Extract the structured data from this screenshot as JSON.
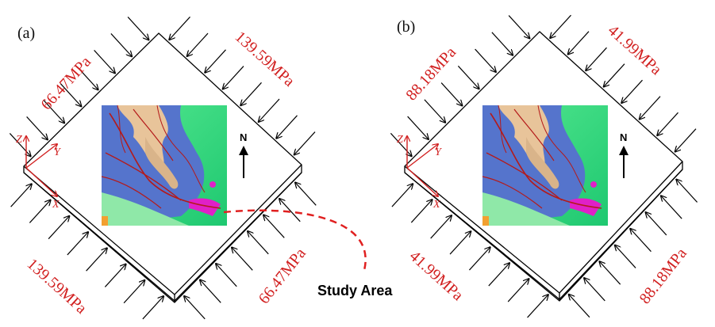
{
  "panels": [
    {
      "label": "(a)",
      "stress_top_left": "66.47MPa",
      "stress_top_right": "139.59MPa",
      "stress_bottom_left": "139.59MPa",
      "stress_bottom_right": "66.47MPa",
      "axis": {
        "z": "Z",
        "y": "Y",
        "x": "X"
      },
      "north": "N"
    },
    {
      "label": "(b)",
      "stress_top_left": "88.18MPa",
      "stress_top_right": "41.99MPa",
      "stress_bottom_left": "41.99MPa",
      "stress_bottom_right": "88.18MPa",
      "axis": {
        "z": "Z",
        "y": "Y",
        "x": "X"
      },
      "north": "N"
    }
  ],
  "study_area_label": "Study Area",
  "colors": {
    "stress_text": "#d11f1f",
    "axis": "#d11f1f",
    "arrow": "#000000",
    "leader": "#e02020",
    "map_blue": "#5574cc",
    "map_green": "#33dd88",
    "map_tan": "#e8c49a",
    "map_magenta": "#e020c8"
  }
}
